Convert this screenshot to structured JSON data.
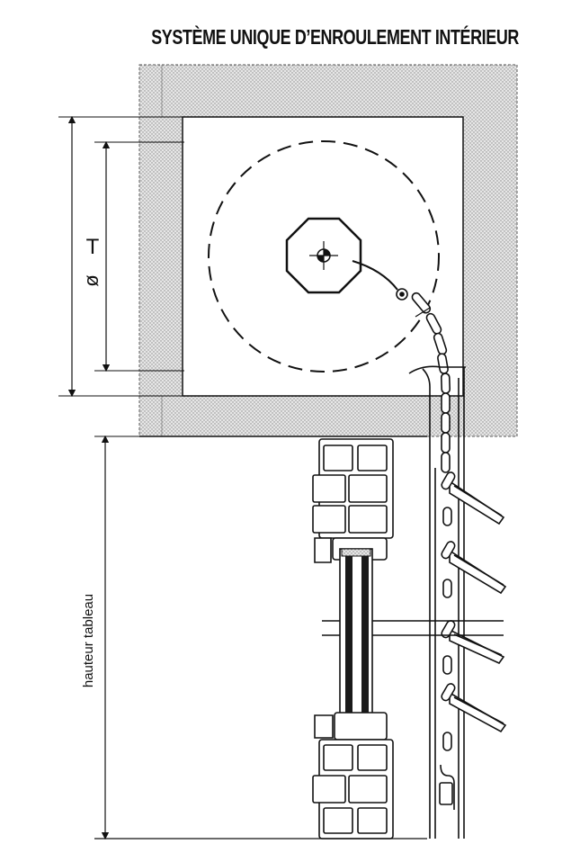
{
  "title": "SYSTÈME UNIQUE D’ENROULEMENT INTÉRIEUR",
  "dimension_T": "T",
  "dimension_diameter": "ø",
  "label_height": "hauteur  tableau",
  "colors": {
    "ink": "#111111",
    "insulation_fill": "#d8d8d8",
    "frame_fill": "#ffffff",
    "glass_fill": "#1a1a1a"
  },
  "icons": [
    "octagonal-axle-icon",
    "crosshair-icon",
    "roller-circle-dashed-icon"
  ]
}
